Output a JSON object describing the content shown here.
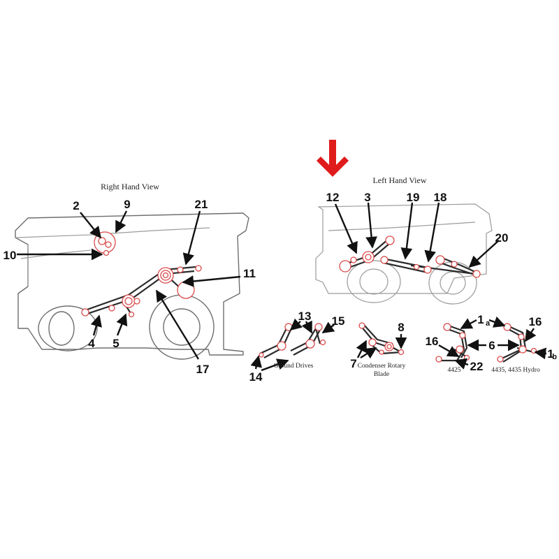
{
  "views": {
    "right": "Right Hand View",
    "left": "Left Hand View"
  },
  "insets": {
    "ground_drives": "Ground Drives",
    "condenser_line1": "Condenser Rotary",
    "condenser_line2": "Blade",
    "model_4425": "4425",
    "model_4435": "4435, 4435 Hydro"
  },
  "callouts": {
    "n1": "1",
    "n1a_sub": "a",
    "n1b_sub": "b",
    "n2": "2",
    "n3": "3",
    "n4": "4",
    "n5": "5",
    "n6": "6",
    "n7": "7",
    "n8": "8",
    "n9": "9",
    "n10": "10",
    "n11": "11",
    "n12": "12",
    "n13": "13",
    "n14": "14",
    "n15": "15",
    "n16a": "16",
    "n16b": "16",
    "n17": "17",
    "n18": "18",
    "n19": "19",
    "n20": "20",
    "n21": "21",
    "n22": "22"
  },
  "colors": {
    "highlight_arrow": "#e01b1b",
    "pulley": "#d94a4a"
  }
}
